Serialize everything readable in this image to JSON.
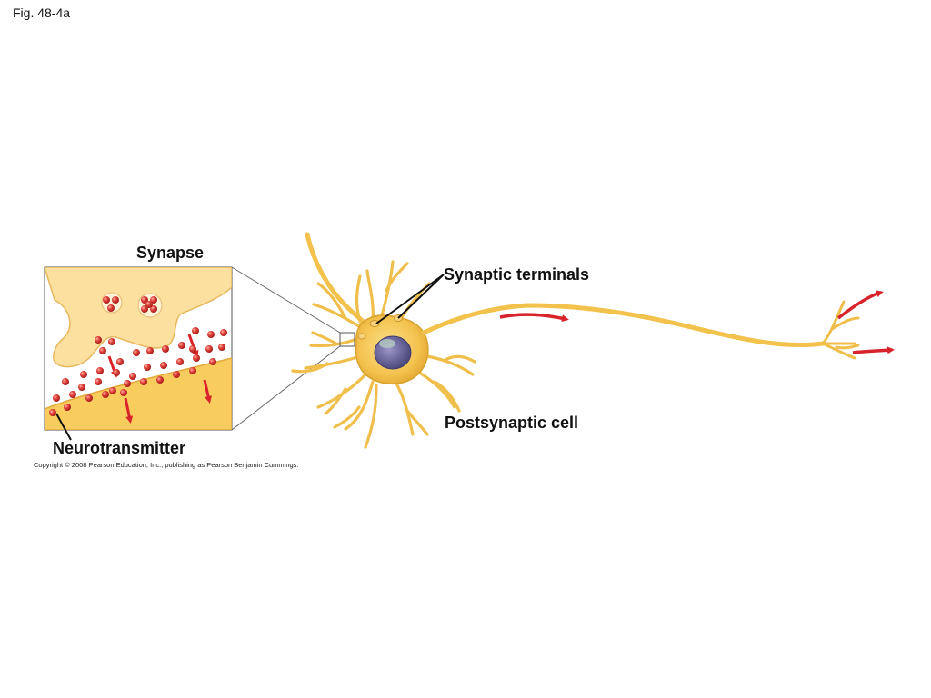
{
  "figure": {
    "label": "Fig. 48-4a"
  },
  "labels": {
    "synapse": "Synapse",
    "synaptic_terminals": "Synaptic terminals",
    "postsynaptic_cell": "Postsynaptic cell",
    "neurotransmitter": "Neurotransmitter"
  },
  "copyright": "Copyright © 2008 Pearson Education, Inc., publishing as Pearson Benjamin Cummings.",
  "colors": {
    "cell_fill": "#F7C95A",
    "cell_stroke": "#D9A22E",
    "inset_fill": "#FCE3A6",
    "neurotransmitter": "#D8332F",
    "arrow": "#D8232A",
    "nucleus": "#6E6A9E"
  }
}
